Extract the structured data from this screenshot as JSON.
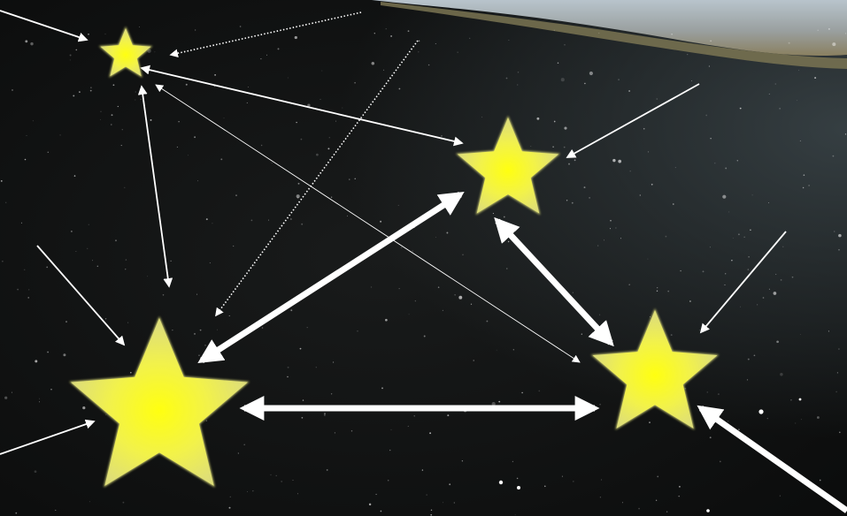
{
  "diagram": {
    "colors": {
      "sky_center": "#191b1b",
      "sky_edge": "#0b0c0c",
      "sky_glow": "#3a4448",
      "horizon_top": "#b8c4cc",
      "horizon_mid": "#8a8060",
      "star_core": "#ffff10",
      "star_outer": "#dede78",
      "arrow": "#ffffff"
    },
    "stars": [
      {
        "id": "star-small-top-left"
      },
      {
        "id": "star-medium-top-right"
      },
      {
        "id": "star-large-bottom-left"
      },
      {
        "id": "star-medium-bottom-right"
      }
    ],
    "edges": [
      {
        "id": "edge-large-to-top-right",
        "from": "star-large-bottom-left",
        "to": "star-medium-top-right",
        "style": "thick",
        "bidirectional": true
      },
      {
        "id": "edge-large-to-bottom-right",
        "from": "star-large-bottom-left",
        "to": "star-medium-bottom-right",
        "style": "thick",
        "bidirectional": true
      },
      {
        "id": "edge-top-right-to-bottom-right",
        "from": "star-medium-top-right",
        "to": "star-medium-bottom-right",
        "style": "thick",
        "bidirectional": true
      },
      {
        "id": "edge-small-to-large",
        "from": "star-small-top-left",
        "to": "star-large-bottom-left",
        "style": "thin",
        "bidirectional": true
      },
      {
        "id": "edge-small-to-top-right",
        "from": "star-small-top-left",
        "to": "star-medium-top-right",
        "style": "thin",
        "bidirectional": true
      },
      {
        "id": "edge-small-to-bottom-right",
        "from": "star-small-top-left",
        "to": "star-medium-bottom-right",
        "style": "hairline",
        "bidirectional": true
      }
    ],
    "incoming": [
      {
        "id": "incoming-to-small-from-left",
        "to": "star-small-top-left",
        "style": "thin"
      },
      {
        "id": "incoming-to-small-dotted",
        "to": "star-small-top-left",
        "style": "dotted"
      },
      {
        "id": "incoming-to-large-dotted",
        "to": "star-large-bottom-left",
        "style": "dotted"
      },
      {
        "id": "incoming-to-large-from-top-left",
        "to": "star-large-bottom-left",
        "style": "thin"
      },
      {
        "id": "incoming-to-large-from-bottom-left",
        "to": "star-large-bottom-left",
        "style": "thin"
      },
      {
        "id": "incoming-to-top-right",
        "to": "star-medium-top-right",
        "style": "thin"
      },
      {
        "id": "incoming-to-bottom-right-from-top",
        "to": "star-medium-bottom-right",
        "style": "thin"
      },
      {
        "id": "incoming-to-bottom-right-thick",
        "to": "star-medium-bottom-right",
        "style": "thick"
      }
    ]
  }
}
